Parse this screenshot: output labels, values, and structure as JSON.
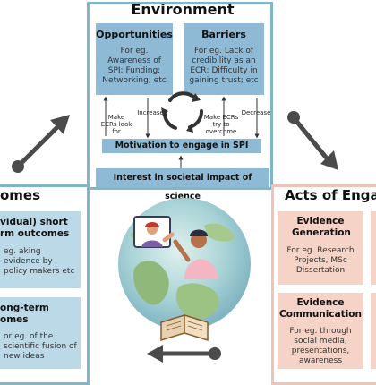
{
  "environment": {
    "title": "Environment",
    "opportunities": {
      "title": "Opportunities",
      "text": "For eg. Awareness of SPI; Funding; Networking; etc"
    },
    "barriers": {
      "title": "Barriers",
      "text": "For eg. Lack of credibility as an ECR; Difficulty in gaining trust; etc"
    },
    "cycle": {
      "make_ecrs_look_for": "Make ECRs look for",
      "increase": "Increase",
      "make_ecrs_try": "Make ECRs try to overcome",
      "decrease": "Decrease"
    },
    "motivation": "Motivation to engage in SPI",
    "interest": "Interest in societal impact of science"
  },
  "outcomes": {
    "title": "omes",
    "short_term": {
      "title": "vidual) short rm outcomes",
      "text": "eg. aking evidence by policy makers etc"
    },
    "long_term": {
      "title": "ong-term omes",
      "text": "or eg. of the scientific fusion of new ideas"
    }
  },
  "acts": {
    "title": "Acts of Enga",
    "generation": {
      "title": "Evidence Generation",
      "text": "For eg. Research Projects, MSc Dissertation"
    },
    "communication": {
      "title": "Evidence Communication",
      "text": "For eg. through social media, presentations, awareness"
    }
  },
  "colors": {
    "env_border": "#7fb6c9",
    "env_box": "#8fbad6",
    "outcomes_border": "#7fb6c9",
    "outcomes_box": "#bcd9e8",
    "acts_border": "#f0c3b2",
    "acts_box": "#f5d3c6",
    "arrow": "#4b4b4b"
  }
}
